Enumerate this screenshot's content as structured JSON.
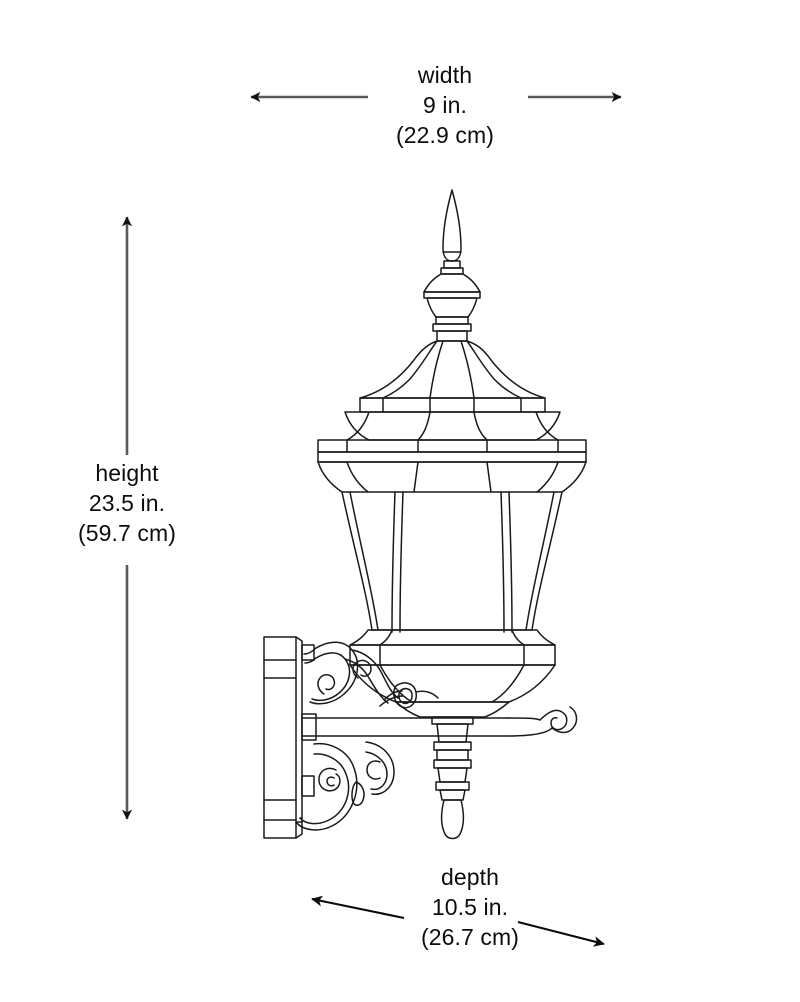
{
  "page": {
    "background_color": "#ffffff",
    "line_color": "#1a1a1a",
    "arrow_gray": "#5a5a5a",
    "text_color": "#0d0d0d",
    "product": "outdoor wall lantern dimension diagram"
  },
  "dimensions": {
    "width": {
      "name": "width",
      "imperial": "9 in.",
      "metric": "(22.9 cm)"
    },
    "height": {
      "name": "height",
      "imperial": "23.5 in.",
      "metric": "(59.7 cm)"
    },
    "depth": {
      "name": "depth",
      "imperial": "10.5 in.",
      "metric": "(26.7 cm)"
    }
  }
}
